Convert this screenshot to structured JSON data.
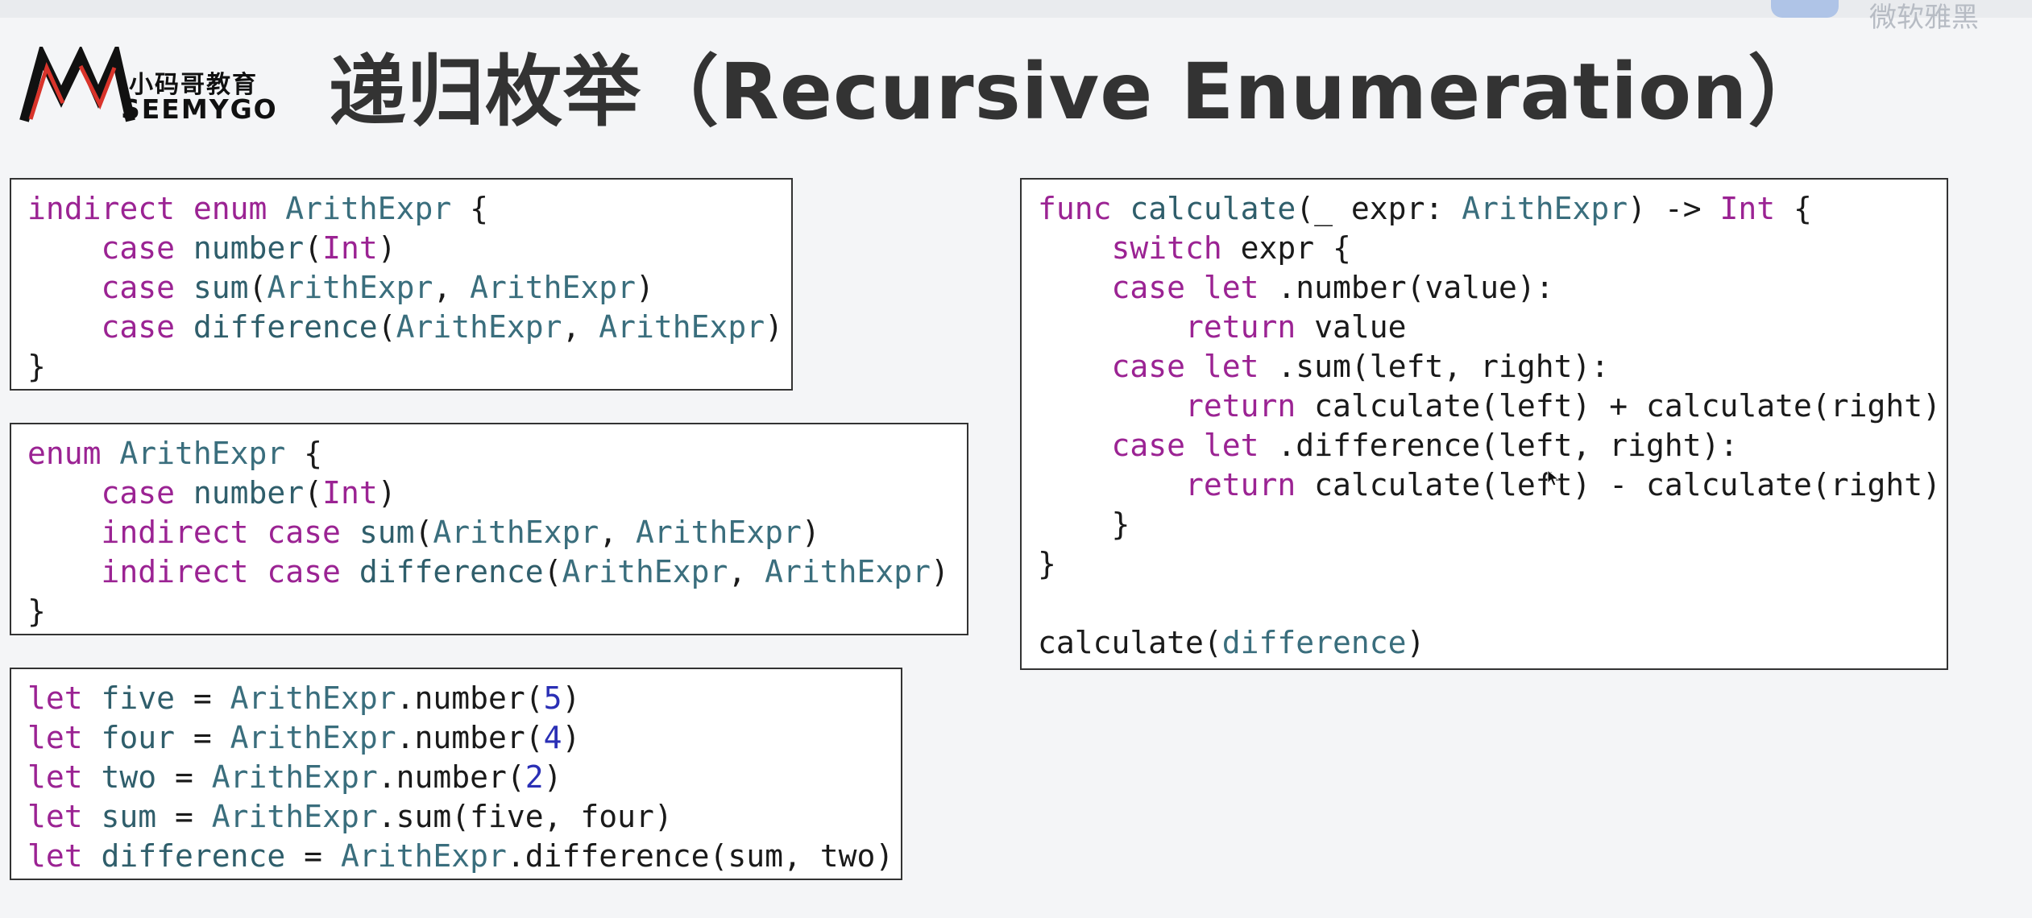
{
  "header": {
    "logo": {
      "name_cn": "小码哥教育",
      "name_en": "SEEMYGO"
    },
    "title": "递归枚举（Recursive Enumeration）",
    "corner_text": "微软雅黑"
  },
  "code_blocks": {
    "enum_indirect": [
      [
        {
          "t": "indirect enum ",
          "c": "kw"
        },
        {
          "t": "ArithExpr",
          "c": "ty"
        },
        {
          "t": " {",
          "c": "pl"
        }
      ],
      [
        {
          "t": "    case ",
          "c": "kw"
        },
        {
          "t": "number",
          "c": "fn"
        },
        {
          "t": "(",
          "c": "pl"
        },
        {
          "t": "Int",
          "c": "kw"
        },
        {
          "t": ")",
          "c": "pl"
        }
      ],
      [
        {
          "t": "    case ",
          "c": "kw"
        },
        {
          "t": "sum",
          "c": "fn"
        },
        {
          "t": "(",
          "c": "pl"
        },
        {
          "t": "ArithExpr",
          "c": "ty"
        },
        {
          "t": ", ",
          "c": "pl"
        },
        {
          "t": "ArithExpr",
          "c": "ty"
        },
        {
          "t": ")",
          "c": "pl"
        }
      ],
      [
        {
          "t": "    case ",
          "c": "kw"
        },
        {
          "t": "difference",
          "c": "fn"
        },
        {
          "t": "(",
          "c": "pl"
        },
        {
          "t": "ArithExpr",
          "c": "ty"
        },
        {
          "t": ", ",
          "c": "pl"
        },
        {
          "t": "ArithExpr",
          "c": "ty"
        },
        {
          "t": ")",
          "c": "pl"
        }
      ],
      [
        {
          "t": "}",
          "c": "pl"
        }
      ]
    ],
    "enum_indirect_cases": [
      [
        {
          "t": "enum ",
          "c": "kw"
        },
        {
          "t": "ArithExpr",
          "c": "ty"
        },
        {
          "t": " {",
          "c": "pl"
        }
      ],
      [
        {
          "t": "    case ",
          "c": "kw"
        },
        {
          "t": "number",
          "c": "fn"
        },
        {
          "t": "(",
          "c": "pl"
        },
        {
          "t": "Int",
          "c": "kw"
        },
        {
          "t": ")",
          "c": "pl"
        }
      ],
      [
        {
          "t": "    indirect case ",
          "c": "kw"
        },
        {
          "t": "sum",
          "c": "fn"
        },
        {
          "t": "(",
          "c": "pl"
        },
        {
          "t": "ArithExpr",
          "c": "ty"
        },
        {
          "t": ", ",
          "c": "pl"
        },
        {
          "t": "ArithExpr",
          "c": "ty"
        },
        {
          "t": ")",
          "c": "pl"
        }
      ],
      [
        {
          "t": "    indirect case ",
          "c": "kw"
        },
        {
          "t": "difference",
          "c": "fn"
        },
        {
          "t": "(",
          "c": "pl"
        },
        {
          "t": "ArithExpr",
          "c": "ty"
        },
        {
          "t": ", ",
          "c": "pl"
        },
        {
          "t": "ArithExpr",
          "c": "ty"
        },
        {
          "t": ")",
          "c": "pl"
        }
      ],
      [
        {
          "t": "}",
          "c": "pl"
        }
      ]
    ],
    "let_values": [
      [
        {
          "t": "let ",
          "c": "kw"
        },
        {
          "t": "five",
          "c": "fn"
        },
        {
          "t": " = ",
          "c": "pl"
        },
        {
          "t": "ArithExpr",
          "c": "ty"
        },
        {
          "t": ".number(",
          "c": "pl"
        },
        {
          "t": "5",
          "c": "num"
        },
        {
          "t": ")",
          "c": "pl"
        }
      ],
      [
        {
          "t": "let ",
          "c": "kw"
        },
        {
          "t": "four",
          "c": "fn"
        },
        {
          "t": " = ",
          "c": "pl"
        },
        {
          "t": "ArithExpr",
          "c": "ty"
        },
        {
          "t": ".number(",
          "c": "pl"
        },
        {
          "t": "4",
          "c": "num"
        },
        {
          "t": ")",
          "c": "pl"
        }
      ],
      [
        {
          "t": "let ",
          "c": "kw"
        },
        {
          "t": "two",
          "c": "fn"
        },
        {
          "t": " = ",
          "c": "pl"
        },
        {
          "t": "ArithExpr",
          "c": "ty"
        },
        {
          "t": ".number(",
          "c": "pl"
        },
        {
          "t": "2",
          "c": "num"
        },
        {
          "t": ")",
          "c": "pl"
        }
      ],
      [
        {
          "t": "let ",
          "c": "kw"
        },
        {
          "t": "sum",
          "c": "fn"
        },
        {
          "t": " = ",
          "c": "pl"
        },
        {
          "t": "ArithExpr",
          "c": "ty"
        },
        {
          "t": ".sum(five, four)",
          "c": "pl"
        }
      ],
      [
        {
          "t": "let ",
          "c": "kw"
        },
        {
          "t": "difference",
          "c": "fn"
        },
        {
          "t": " = ",
          "c": "pl"
        },
        {
          "t": "ArithExpr",
          "c": "ty"
        },
        {
          "t": ".difference(sum, two)",
          "c": "pl"
        }
      ]
    ],
    "calculate_func": [
      [
        {
          "t": "func ",
          "c": "kw"
        },
        {
          "t": "calculate",
          "c": "fn"
        },
        {
          "t": "(_ expr: ",
          "c": "pl"
        },
        {
          "t": "ArithExpr",
          "c": "ty"
        },
        {
          "t": ") -> ",
          "c": "pl"
        },
        {
          "t": "Int",
          "c": "kw"
        },
        {
          "t": " {",
          "c": "pl"
        }
      ],
      [
        {
          "t": "    switch ",
          "c": "kw"
        },
        {
          "t": "expr {",
          "c": "pl"
        }
      ],
      [
        {
          "t": "    case let ",
          "c": "kw"
        },
        {
          "t": ".number(value):",
          "c": "pl"
        }
      ],
      [
        {
          "t": "        return ",
          "c": "kw"
        },
        {
          "t": "value",
          "c": "pl"
        }
      ],
      [
        {
          "t": "    case let ",
          "c": "kw"
        },
        {
          "t": ".sum(left, right):",
          "c": "pl"
        }
      ],
      [
        {
          "t": "        return ",
          "c": "kw"
        },
        {
          "t": "calculate(left) + calculate(right)",
          "c": "pl"
        }
      ],
      [
        {
          "t": "    case let ",
          "c": "kw"
        },
        {
          "t": ".difference(left, right):",
          "c": "pl"
        }
      ],
      [
        {
          "t": "        return ",
          "c": "kw"
        },
        {
          "t": "calculate(left) - calculate(right)",
          "c": "pl"
        }
      ],
      [
        {
          "t": "    }",
          "c": "pl"
        }
      ],
      [
        {
          "t": "}",
          "c": "pl"
        }
      ],
      [
        {
          "t": "",
          "c": "pl"
        }
      ],
      [
        {
          "t": "calculate(",
          "c": "pl"
        },
        {
          "t": "difference",
          "c": "ty"
        },
        {
          "t": ")",
          "c": "pl"
        }
      ]
    ]
  },
  "colors": {
    "keyword": "#9b2393",
    "type": "#3a6e7d",
    "function": "#2f5e6b",
    "number": "#2a2fb5",
    "plain": "#1a1a1a",
    "logo_red": "#d9342b"
  }
}
